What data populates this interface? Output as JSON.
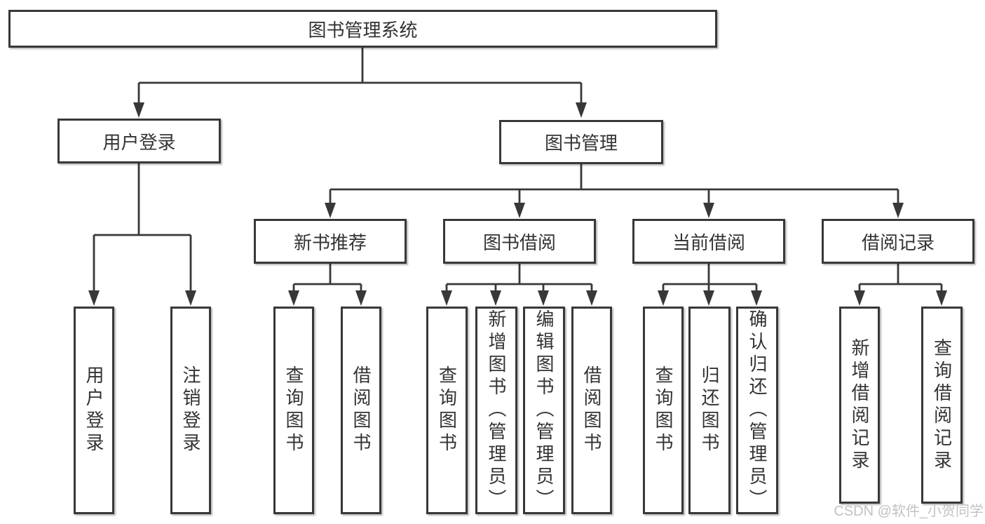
{
  "tree": {
    "label": "图书管理系统",
    "children": [
      {
        "label": "用户登录",
        "children": [
          {
            "label": "用户登录"
          },
          {
            "label": "注销登录"
          }
        ]
      },
      {
        "label": "图书管理",
        "children": [
          {
            "label": "新书推荐",
            "children": [
              {
                "label": "查询图书"
              },
              {
                "label": "借阅图书"
              }
            ]
          },
          {
            "label": "图书借阅",
            "children": [
              {
                "label": "查询图书"
              },
              {
                "label": "新增图书（管理员）"
              },
              {
                "label": "编辑图书（管理员）"
              },
              {
                "label": "借阅图书"
              }
            ]
          },
          {
            "label": "当前借阅",
            "children": [
              {
                "label": "查询图书"
              },
              {
                "label": "归还图书"
              },
              {
                "label": "确认归还（管理员）"
              }
            ]
          },
          {
            "label": "借阅记录",
            "children": [
              {
                "label": "新增借阅记录"
              },
              {
                "label": "查询借阅记录"
              }
            ]
          }
        ]
      }
    ]
  },
  "watermark": {
    "text": "CSDN @软件_小贺同学"
  },
  "colors": {
    "line": "#383838",
    "text": "#333333",
    "background": "#ffffff",
    "watermark": "#c3c1c1"
  }
}
